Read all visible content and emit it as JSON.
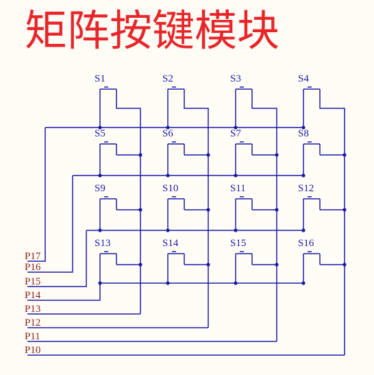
{
  "title": "矩阵按键模块",
  "colors": {
    "title": "#e8262a",
    "wire": "#1a1aa6",
    "switch_label": "#1a1aa6",
    "port_label": "#8a1a1a",
    "junction": "#1a1aa6",
    "background": "#fffdf6"
  },
  "switches": [
    [
      "S1",
      "S2",
      "S3",
      "S4"
    ],
    [
      "S5",
      "S6",
      "S7",
      "S8"
    ],
    [
      "S9",
      "S10",
      "S11",
      "S12"
    ],
    [
      "S13",
      "S14",
      "S15",
      "S16"
    ]
  ],
  "ports": [
    "P17",
    "P16",
    "P15",
    "P14",
    "P13",
    "P12",
    "P11",
    "P10"
  ]
}
